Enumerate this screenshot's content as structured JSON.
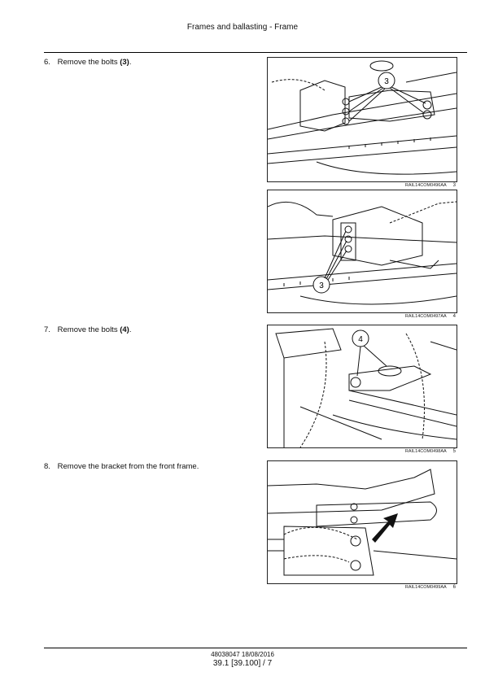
{
  "header": {
    "title": "Frames and ballasting - Frame"
  },
  "steps": [
    {
      "number": "6.",
      "text": "Remove the bolts ",
      "ref": "(3)",
      "suffix": "."
    },
    {
      "number": "7.",
      "text": "Remove the bolts ",
      "ref": "(4)",
      "suffix": "."
    },
    {
      "number": "8.",
      "text": "Remove the bracket from the front frame.",
      "ref": "",
      "suffix": ""
    }
  ],
  "figures": [
    {
      "callout": "3",
      "code": "RAIL14COM0496AA",
      "num": "3"
    },
    {
      "callout": "3",
      "code": "RAIL14COM0497AA",
      "num": "4"
    },
    {
      "callout": "4",
      "code": "RAIL14COM0498AA",
      "num": "5"
    },
    {
      "callout": "",
      "code": "RAIL14COM0499AA",
      "num": "6"
    }
  ],
  "footer": {
    "doc": "48038047 18/08/2016",
    "page": "39.1 [39.100] / 7"
  }
}
